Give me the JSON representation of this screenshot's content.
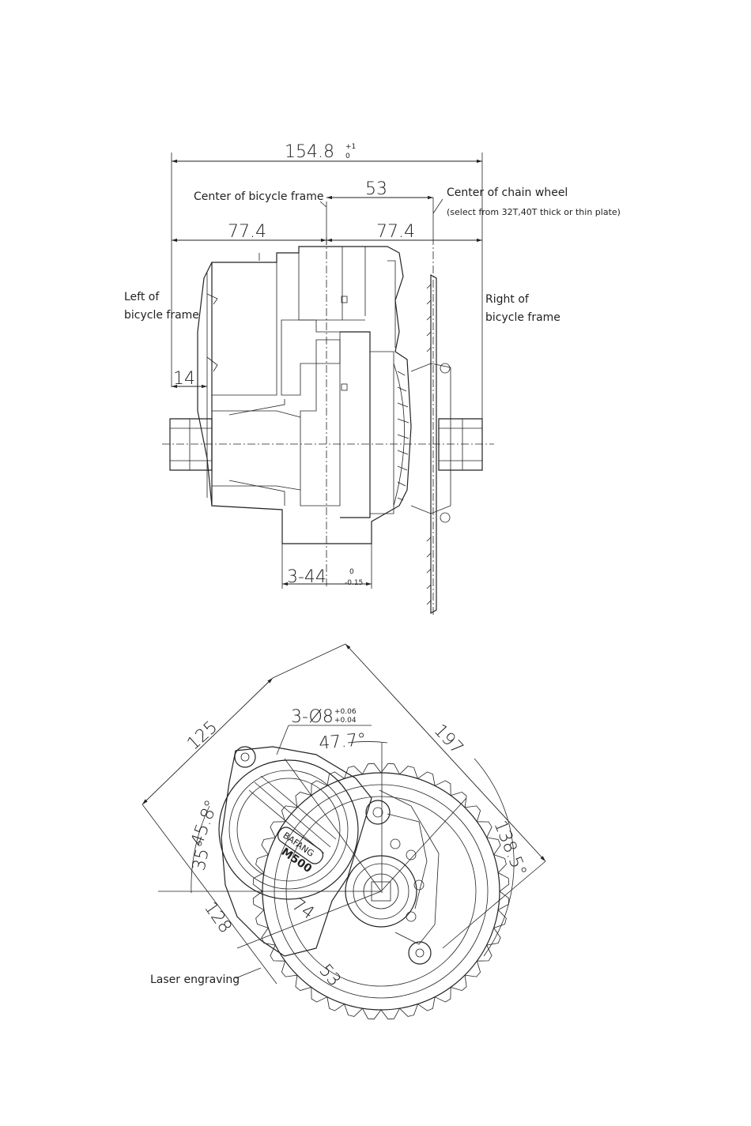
{
  "top_view": {
    "overall_width": "154.8",
    "overall_tol_upper": "+1",
    "overall_tol_lower": "0",
    "frame_to_chainwheel": "53",
    "half_left": "77.4",
    "half_right": "77.4",
    "offset_14": "14",
    "mount_dim": "3-44",
    "mount_tol_upper": "0",
    "mount_tol_lower": "-0.15",
    "label_center_frame": "Center of bicycle frame",
    "label_center_chainwheel": "Center of chain wheel",
    "label_chainwheel_note": "(select from 32T,40T thick or thin plate)",
    "label_left_frame_1": "Left of",
    "label_left_frame_2": "bicycle frame",
    "label_right_frame_1": "Right of",
    "label_right_frame_2": "bicycle frame"
  },
  "side_view": {
    "hole_spec": "3-Ø8",
    "hole_tol_upper": "+0.06",
    "hole_tol_lower": "+0.04",
    "dim_125": "125",
    "dim_197": "197",
    "angle_477": "47.7°",
    "angle_458": "45.8°",
    "angle_35": "35°",
    "angle_1385": "138.5°",
    "dim_128": "128",
    "dim_74": "74",
    "dim_53": "53",
    "brand_badge": "BAFANG",
    "model_badge": "M500",
    "label_laser": "Laser engraving"
  }
}
